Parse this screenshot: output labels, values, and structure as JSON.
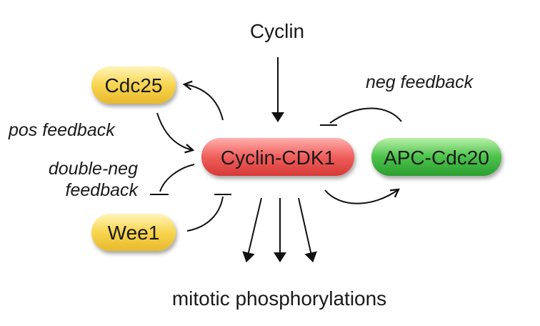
{
  "nodes": {
    "cyclin_cdk1": {
      "label": "Cyclin-CDK1"
    },
    "cdc25": {
      "label": "Cdc25"
    },
    "wee1": {
      "label": "Wee1"
    },
    "apc_cdc20": {
      "label": "APC-Cdc20"
    }
  },
  "labels": {
    "cyclin": "Cyclin",
    "pos_feedback": "pos feedback",
    "double_neg_line1": "double-neg",
    "double_neg_line2": "feedback",
    "neg_feedback": "neg feedback",
    "mitotic": "mitotic phosphorylations"
  },
  "colors": {
    "cdk_fill": "#ee5a57",
    "yellow_fill": "#f4cf4a",
    "green_fill": "#41ba43"
  }
}
